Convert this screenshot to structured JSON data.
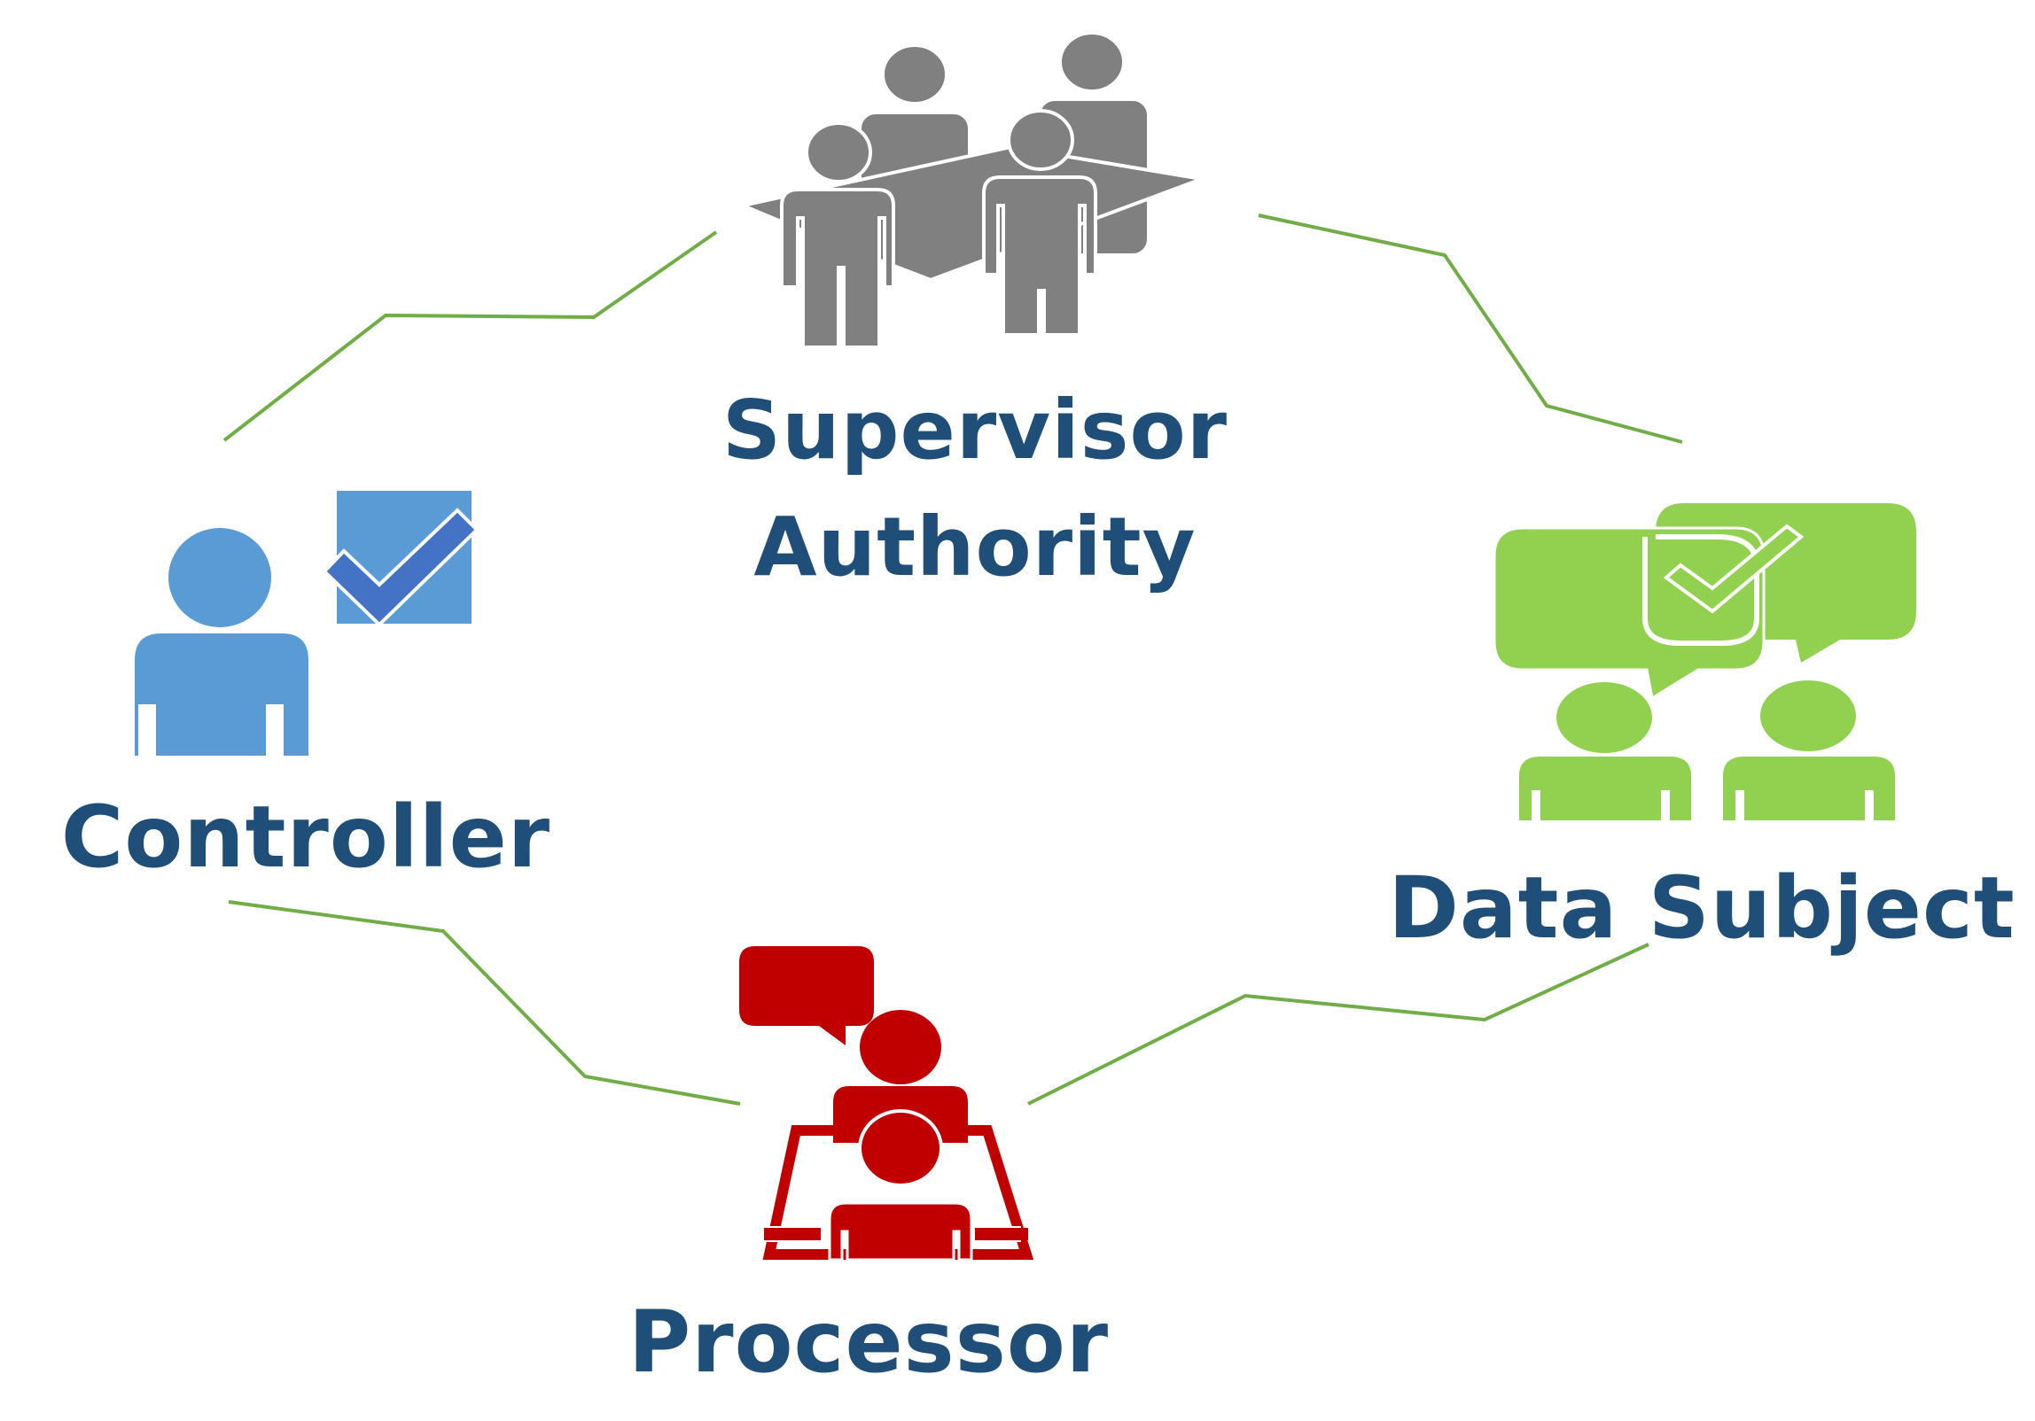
{
  "nodes": {
    "supervisor": {
      "line1": "Supervisor",
      "line2": "Authority",
      "icon": "group-of-people-icon",
      "color": "#808080"
    },
    "controller": {
      "label": "Controller",
      "icon": "person-with-checkbox-icon",
      "color": "#5b9bd5",
      "check_color": "#4472c4"
    },
    "data_subject": {
      "label": "Data Subject",
      "icon": "people-with-speech-bubbles-icon",
      "color": "#92d050"
    },
    "processor": {
      "label": "Processor",
      "icon": "people-at-desk-with-speech-bubble-icon",
      "color": "#c00000"
    }
  },
  "connector_color": "#70ad47",
  "label_color": "#1f4e79"
}
